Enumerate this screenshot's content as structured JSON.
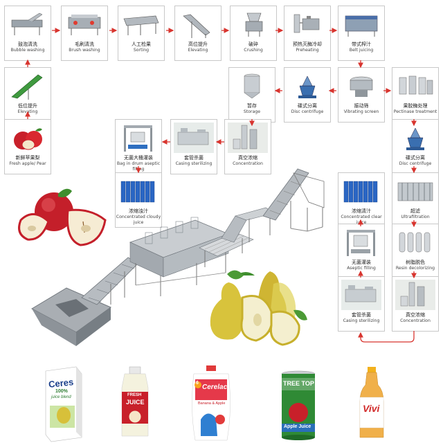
{
  "colors": {
    "arrow": "#d8352f",
    "steel": "#8a8f95",
    "box_border": "#c8c8c8",
    "apple": "#c8202a",
    "pear": "#c9c13a"
  },
  "steps": [
    {
      "id": "bubble",
      "zh": "鼓泡清洗",
      "en": "Bubble washing",
      "icon": "washer-icon"
    },
    {
      "id": "brush",
      "zh": "毛刷清洗",
      "en": "Brush washing",
      "icon": "brush-washer-icon"
    },
    {
      "id": "sorting",
      "zh": "人工检果",
      "en": "Sorting",
      "icon": "sorting-table-icon"
    },
    {
      "id": "elevating1",
      "zh": "高位提升",
      "en": "Elevating",
      "icon": "elevator-icon"
    },
    {
      "id": "crushing",
      "zh": "破碎",
      "en": "Crushing",
      "icon": "crusher-icon"
    },
    {
      "id": "preheating",
      "zh": "预热灭酶冷却",
      "en": "Preheating",
      "icon": "preheater-icon"
    },
    {
      "id": "beltjuicing",
      "zh": "带式榨汁",
      "en": "Belt juicing",
      "icon": "belt-press-icon"
    },
    {
      "id": "elevating2",
      "zh": "低位提升",
      "en": "Elevating",
      "icon": "elevator-icon"
    },
    {
      "id": "storage",
      "zh": "暂存",
      "en": "Storage",
      "icon": "tank-icon"
    },
    {
      "id": "disc1",
      "zh": "碟式分离",
      "en": "Disc centrifuge",
      "icon": "centrifuge-icon"
    },
    {
      "id": "vibrating",
      "zh": "振动筛",
      "en": "Vibrating screen",
      "icon": "vibrating-screen-icon"
    },
    {
      "id": "pectinase",
      "zh": "果胶酶处理",
      "en": "Pectinase treatment",
      "icon": "enzyme-tanks-icon"
    },
    {
      "id": "fresh",
      "zh": "新鲜苹果梨",
      "en": "Fresh apple/ Pear",
      "icon": "apple-icon"
    },
    {
      "id": "bagdrum",
      "zh": "无菌大桶灌装",
      "en": "Bag in drum aseptic filling",
      "icon": "drum-filler-icon"
    },
    {
      "id": "sterilizing1",
      "zh": "套管杀菌",
      "en": "Casing sterilizing",
      "icon": "sterilizer-icon"
    },
    {
      "id": "concentration1",
      "zh": "真空浓缩",
      "en": "Concentration",
      "icon": "evaporator-icon"
    },
    {
      "id": "disc2",
      "zh": "碟式分离",
      "en": "Disc centrifuge",
      "icon": "centrifuge-icon"
    },
    {
      "id": "cloudy",
      "zh": "浓缩浊汁",
      "en": "Concentrated cloudy juice",
      "icon": "drums-icon"
    },
    {
      "id": "clear",
      "zh": "浓缩清汁",
      "en": "Concentrated clear juice",
      "icon": "drums-icon"
    },
    {
      "id": "ultra",
      "zh": "超滤",
      "en": "Ultrafiltration",
      "icon": "membrane-icon"
    },
    {
      "id": "aseptic",
      "zh": "无菌灌装",
      "en": "Aseptic filling",
      "icon": "drum-filler-icon"
    },
    {
      "id": "resin",
      "zh": "树脂脱色",
      "en": "Resin decolorizing",
      "icon": "resin-columns-icon"
    },
    {
      "id": "sterilizing2",
      "zh": "套管杀菌",
      "en": "Casing sterilizing",
      "icon": "sterilizer-icon"
    },
    {
      "id": "concentration2",
      "zh": "真空浓缩",
      "en": "Concentration",
      "icon": "evaporator-icon"
    }
  ],
  "products": {
    "ceres": {
      "brand": "Ceres",
      "line1": "100%",
      "line2": "juice blend"
    },
    "bottle": {
      "brand": "JUICE",
      "top": "FRESH"
    },
    "cerelac": {
      "brand": "Cerelac",
      "badge": "6",
      "sub": "Banana & Apple"
    },
    "treetop": {
      "brand": "TREE TOP",
      "flavor": "Apple Juice"
    },
    "vivi": {
      "brand": "Vivi"
    }
  }
}
